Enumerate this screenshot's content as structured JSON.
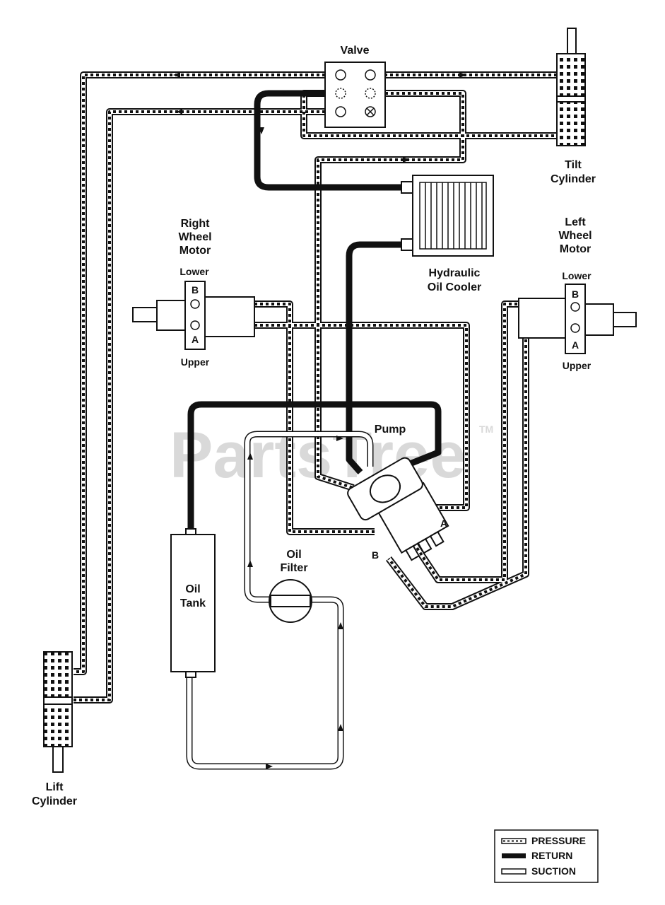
{
  "watermark": {
    "text": "PartsTree",
    "tm": "TM"
  },
  "components": {
    "valve": "Valve",
    "tilt_cylinder": [
      "Tilt",
      "Cylinder"
    ],
    "right_wheel_motor": [
      "Right",
      "Wheel",
      "Motor"
    ],
    "left_wheel_motor": [
      "Left",
      "Wheel",
      "Motor"
    ],
    "hydraulic_oil_cooler": [
      "Hydraulic",
      "Oil Cooler"
    ],
    "pump": "Pump",
    "oil_filter": [
      "Oil",
      "Filter"
    ],
    "oil_tank": [
      "Oil",
      "Tank"
    ],
    "lift_cylinder": [
      "Lift",
      "Cylinder"
    ]
  },
  "port_labels": {
    "right_lower": "Lower",
    "right_upper": "Upper",
    "right_b": "B",
    "right_a": "A",
    "left_lower": "Lower",
    "left_upper": "Upper",
    "left_b": "B",
    "left_a": "A",
    "pump_a": "A",
    "pump_b": "B"
  },
  "legend": {
    "items": [
      {
        "type": "pressure",
        "label": "PRESSURE"
      },
      {
        "type": "return",
        "label": "RETURN"
      },
      {
        "type": "suction",
        "label": "SUCTION"
      }
    ]
  },
  "colors": {
    "line": "#111111",
    "watermark": "#d9d9d9",
    "background": "#ffffff"
  }
}
